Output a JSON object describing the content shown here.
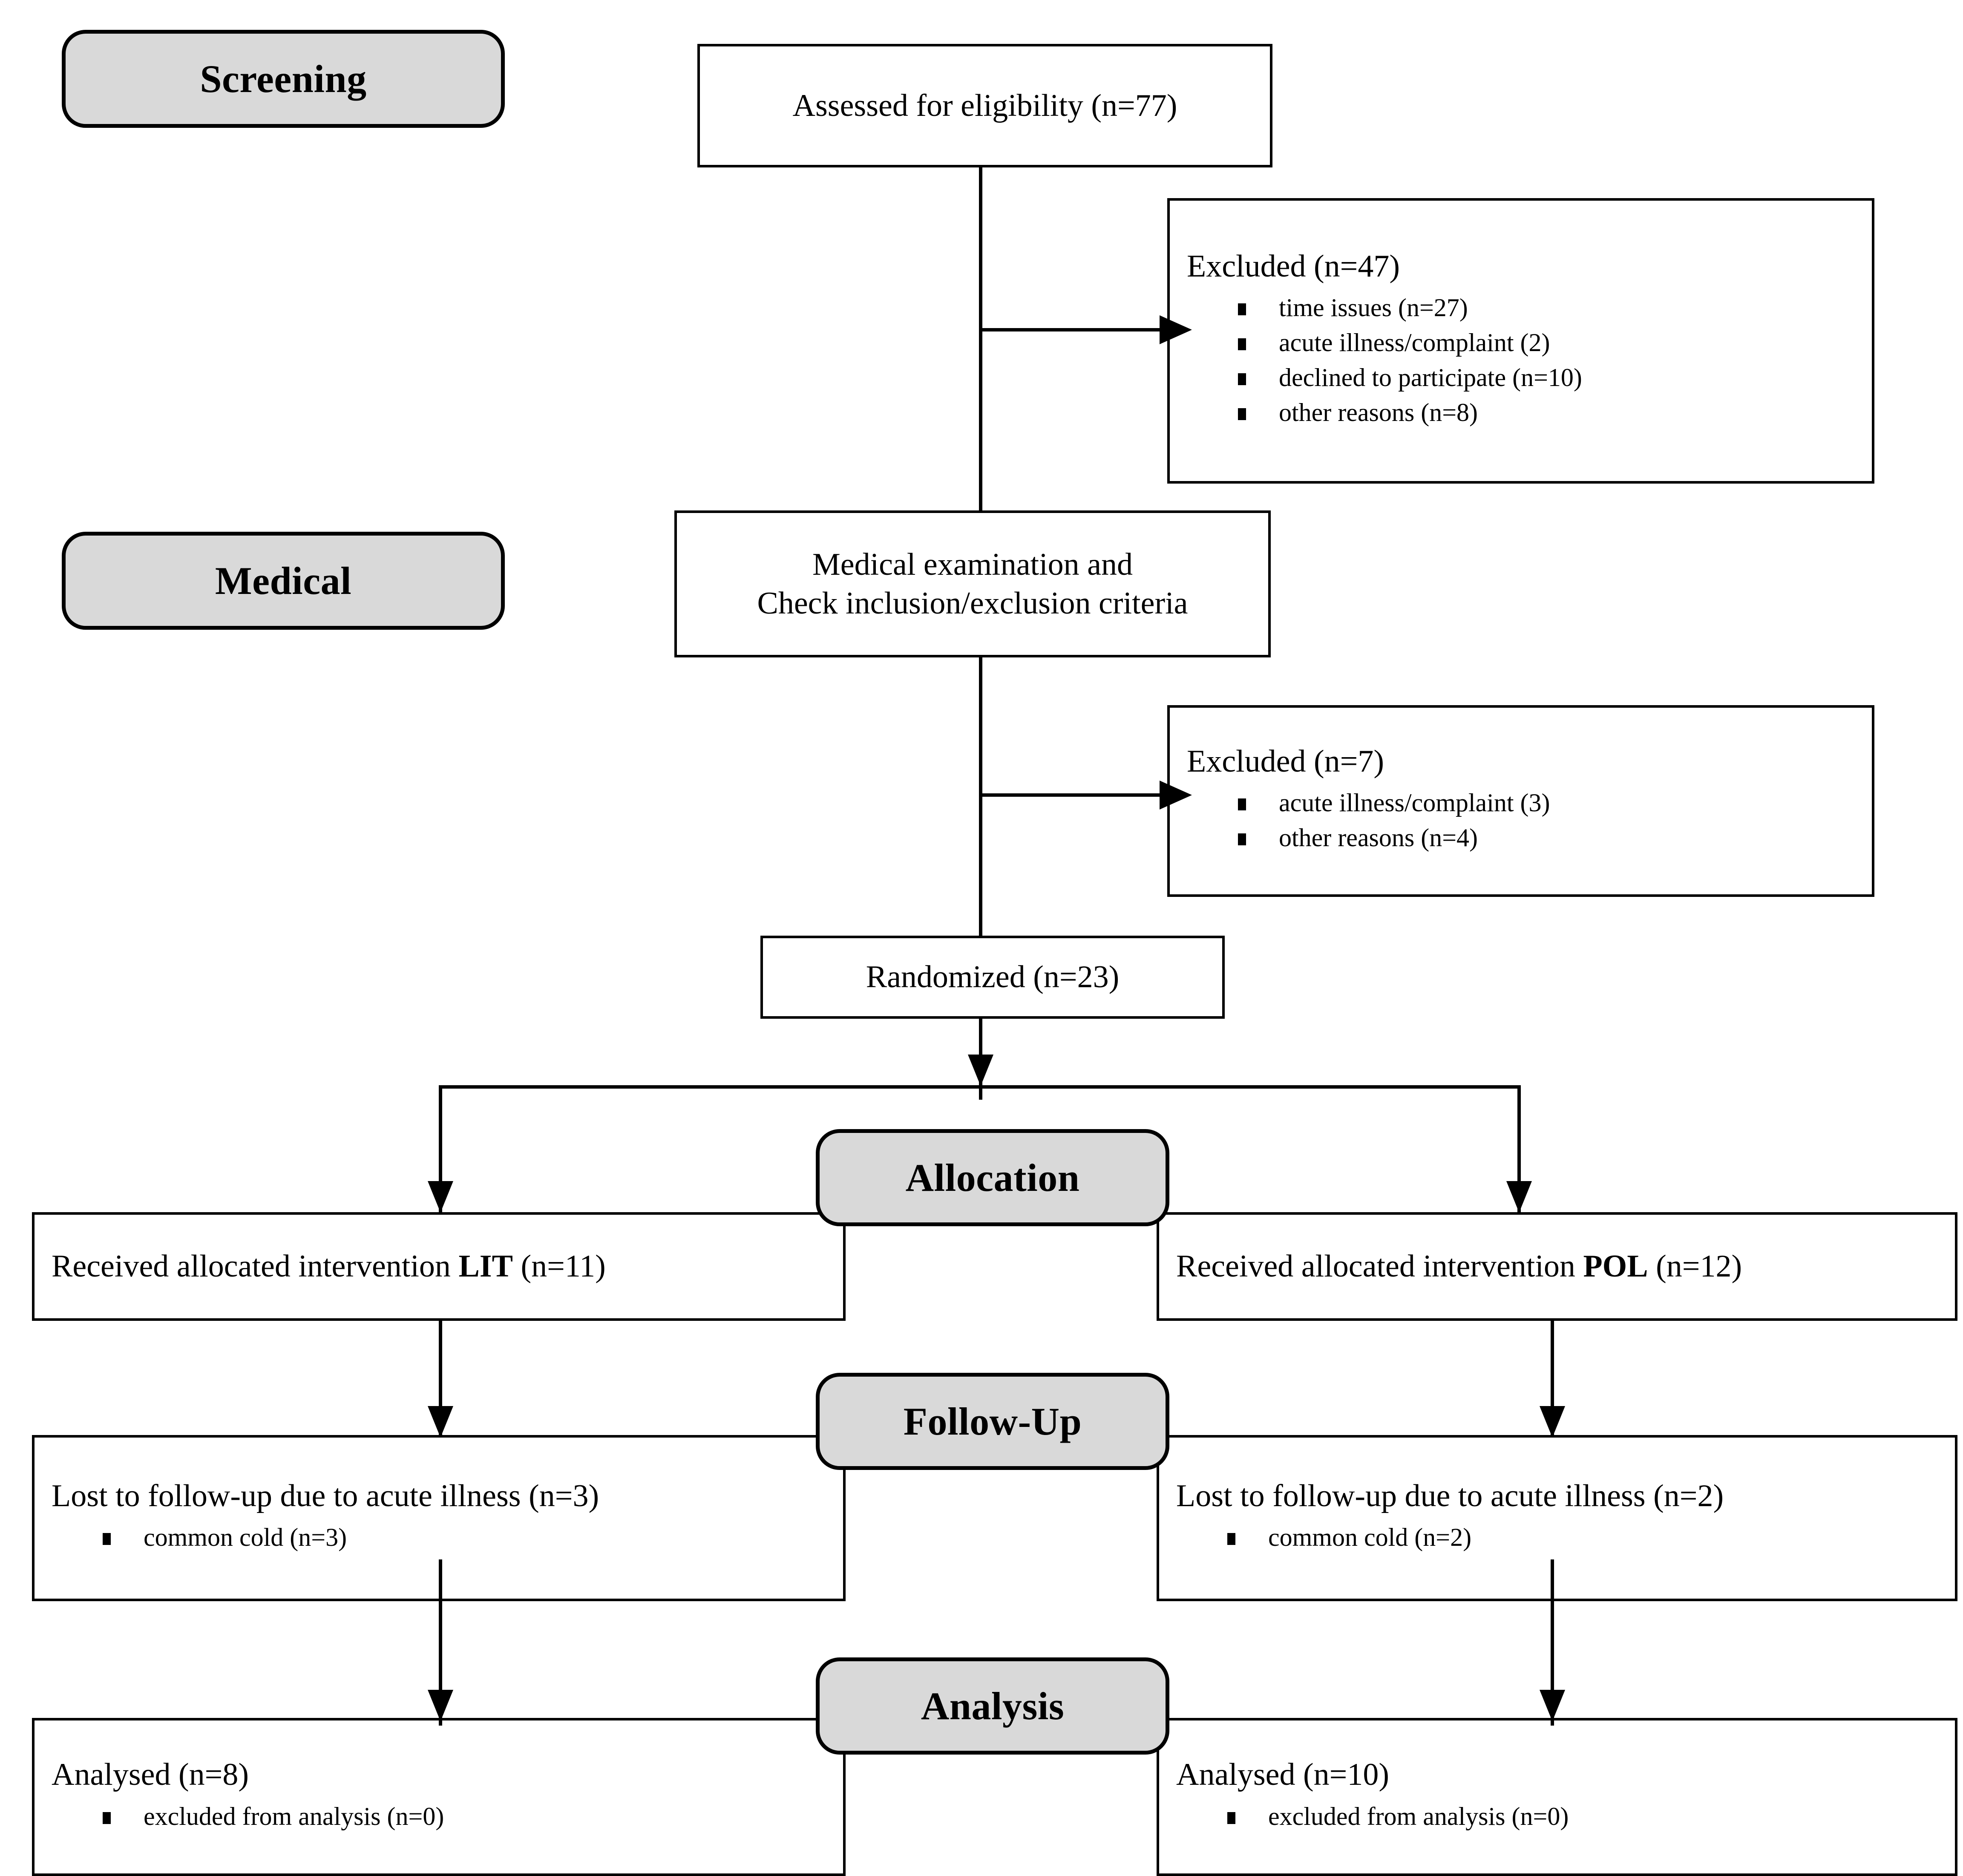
{
  "diagram": {
    "type": "CONSORT participant flow diagram",
    "stages": [
      {
        "id": "screening",
        "label": "Screening"
      },
      {
        "id": "medical",
        "label": "Medical"
      },
      {
        "id": "allocation",
        "label": "Allocation"
      },
      {
        "id": "followup",
        "label": "Follow-Up"
      },
      {
        "id": "analysis",
        "label": "Analysis"
      }
    ],
    "nodes": {
      "assessed": {
        "title": "Assessed for eligibility (n=77)"
      },
      "excluded_screening": {
        "title": "Excluded (n=47)",
        "reasons": [
          "time issues (n=27)",
          "acute illness/complaint (2)",
          "declined to participate (n=10)",
          "other reasons (n=8)"
        ]
      },
      "medical_exam": {
        "line1": "Medical examination and",
        "line2": "Check inclusion/exclusion criteria"
      },
      "excluded_medical": {
        "title": "Excluded (n=7)",
        "reasons": [
          "acute illness/complaint (3)",
          "other reasons (n=4)"
        ]
      },
      "randomized": {
        "title": "Randomized (n=23)"
      },
      "allocated_left": {
        "prefix": "Received allocated intervention ",
        "arm": "LIT",
        "suffix": " (n=11)"
      },
      "allocated_right": {
        "prefix": "Received allocated intervention ",
        "arm": "POL",
        "suffix": " (n=12)"
      },
      "followup_left": {
        "title": "Lost to follow-up due to acute illness (n=3)",
        "reasons": [
          "common cold (n=3)"
        ]
      },
      "followup_right": {
        "title": "Lost to follow-up due to acute illness (n=2)",
        "reasons": [
          "common cold (n=2)"
        ]
      },
      "analysed_left": {
        "title": "Analysed (n=8)",
        "reasons": [
          "excluded from analysis (n=0)"
        ]
      },
      "analysed_right": {
        "title": "Analysed (n=10)",
        "reasons": [
          "excluded from analysis (n=0)"
        ]
      }
    },
    "colors": {
      "stage_fill": "#d9d9d9",
      "line": "#000000",
      "box_fill": "#ffffff"
    }
  }
}
